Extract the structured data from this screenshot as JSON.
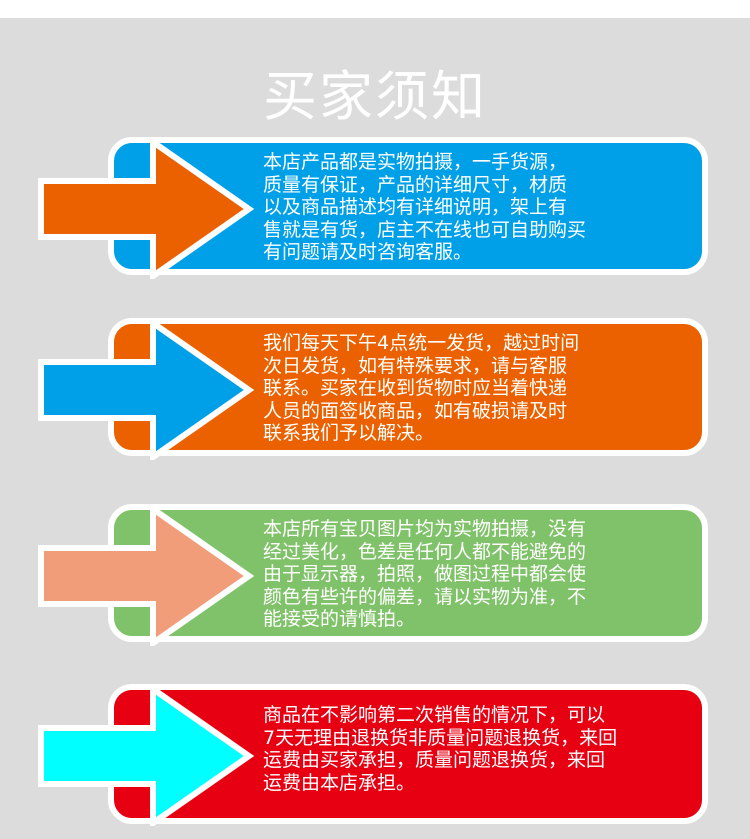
{
  "title": "买家须知",
  "cards": [
    {
      "bg": "#00a0e9",
      "arrow": "#eb6100",
      "lines": [
        "本店产品都是实物拍摄，一手货源，",
        "质量有保证，产品的详细尺寸，材质",
        "以及商品描述均有详细说明，架上有",
        "售就是有货，店主不在线也可自助购买",
        "有问题请及时咨询客服。"
      ]
    },
    {
      "bg": "#eb6100",
      "arrow": "#00a0e9",
      "lines": [
        "我们每天下午4点统一发货，越过时间",
        "次日发货，如有特殊要求，请与客服",
        "联系。买家在收到货物时应当着快递",
        "人员的面签收商品，如有破损请及时",
        "联系我们予以解决。"
      ]
    },
    {
      "bg": "#80c269",
      "arrow": "#f19d7a",
      "lines": [
        "本店所有宝贝图片均为实物拍摄，没有",
        "经过美化，色差是任何人都不能避免的",
        "由于显示器，拍照，做图过程中都会使",
        "颜色有些许的偏差，请以实物为准，不",
        "能接受的请慎拍。"
      ]
    },
    {
      "bg": "#e60012",
      "arrow": "#00ffff",
      "lines": [
        "商品在不影响第二次销售的情况下，可以",
        "7天无理由退换货非质量问题退换货，来回",
        "运费由买家承担，质量问题退换货，来回",
        "运费由本店承担。"
      ]
    }
  ]
}
